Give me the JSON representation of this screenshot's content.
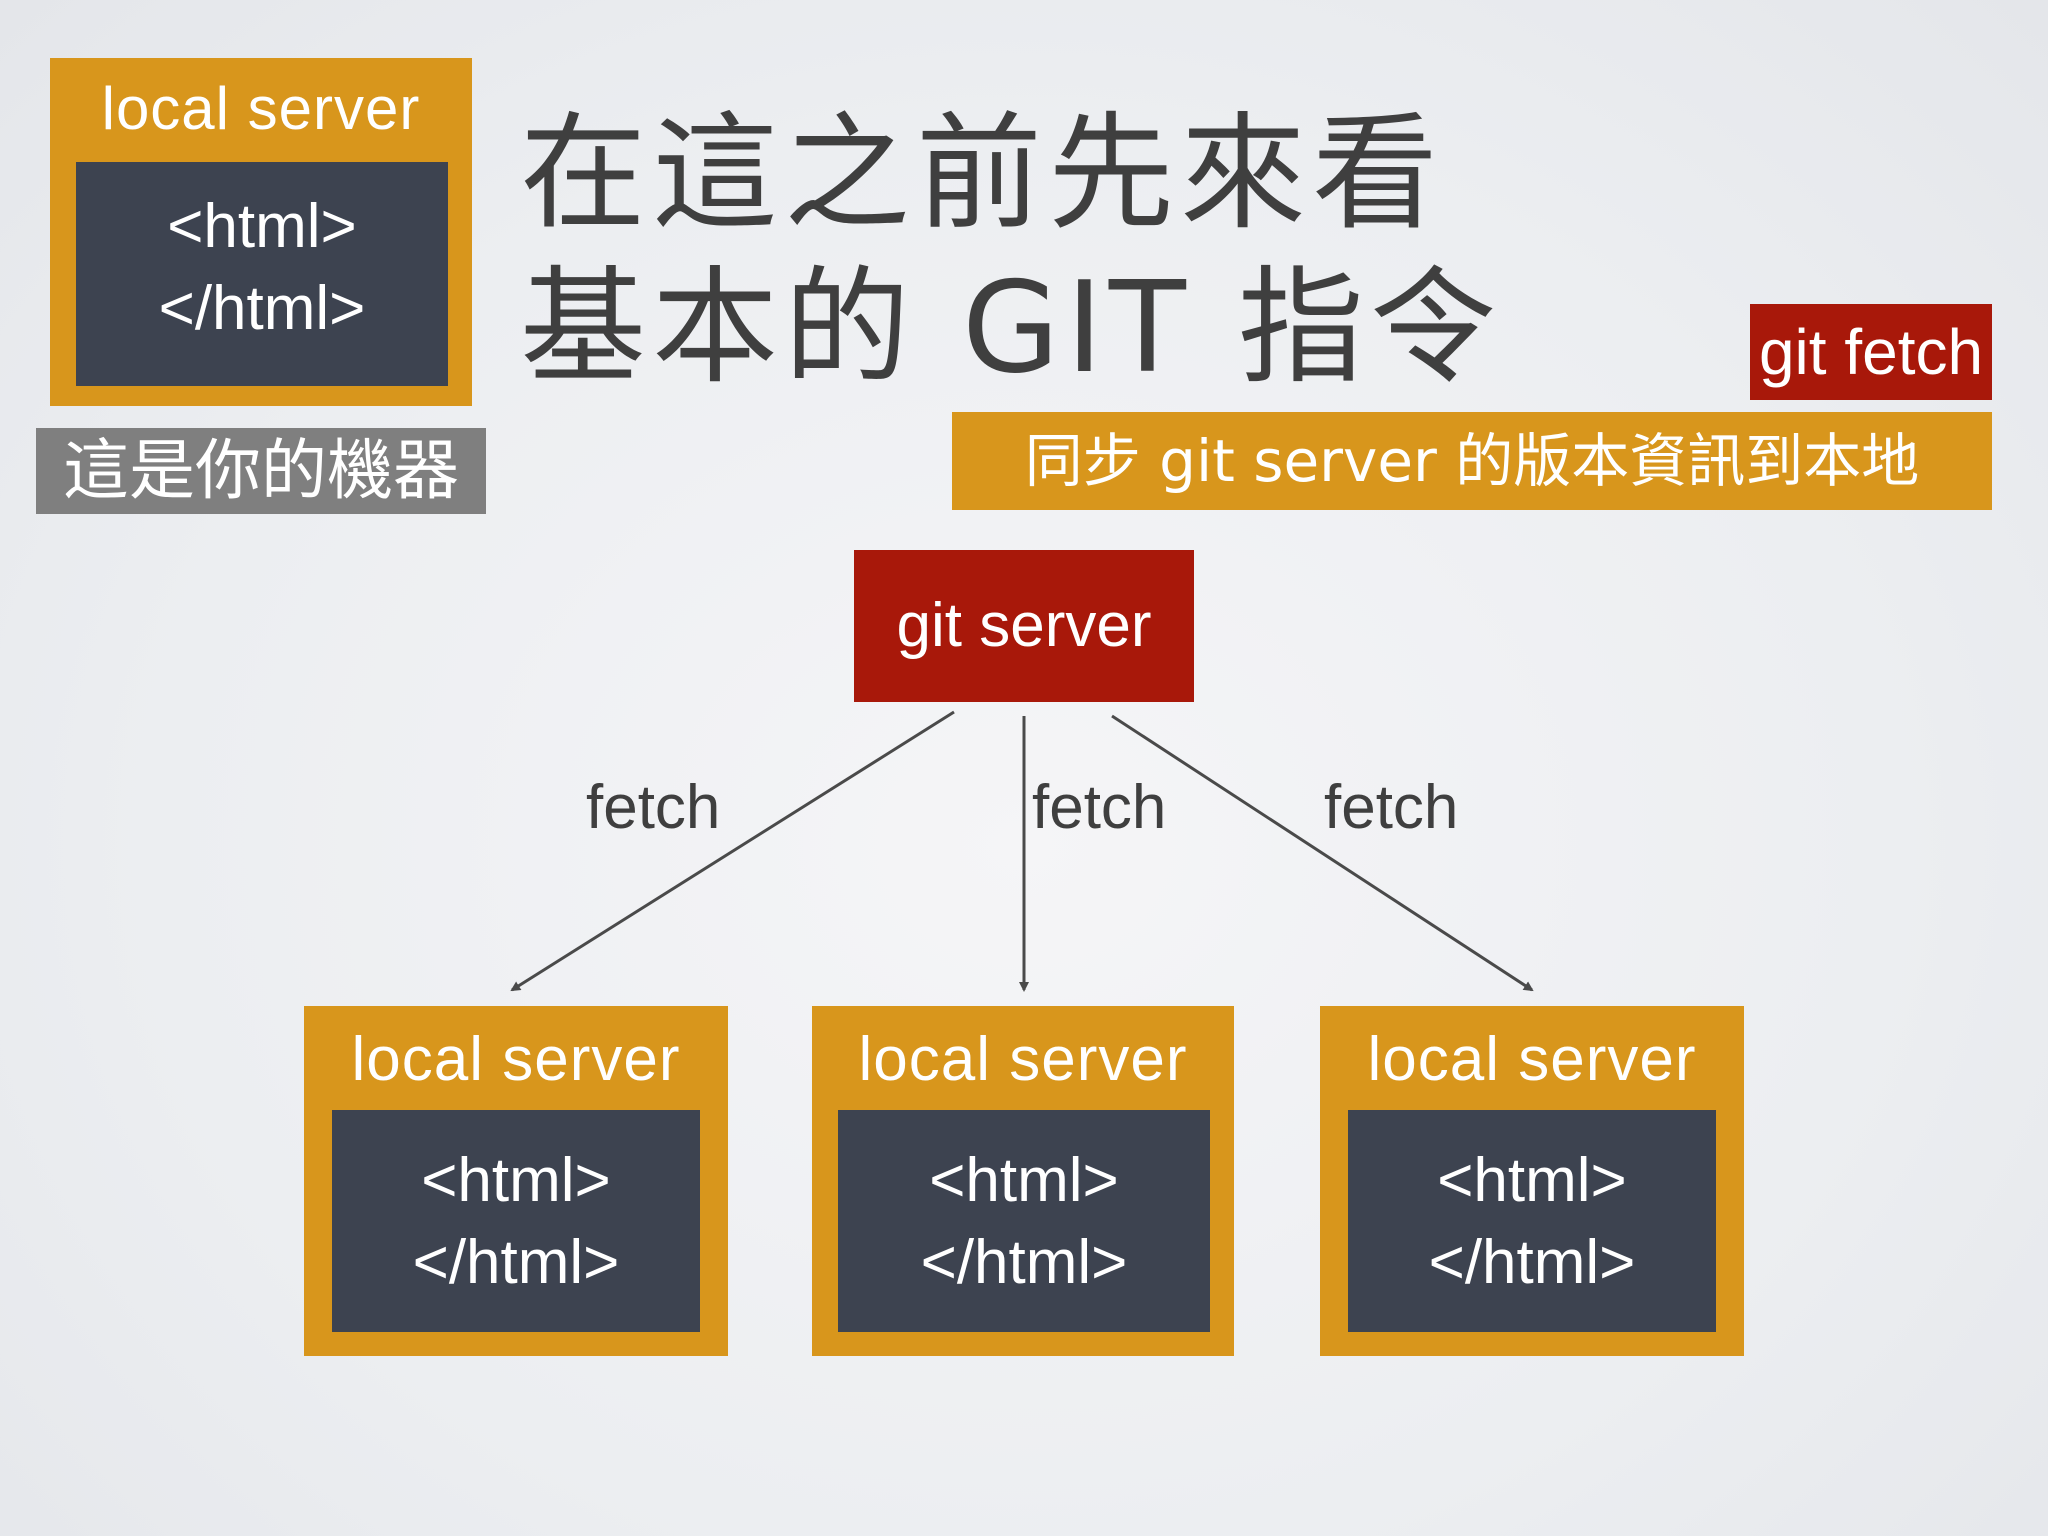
{
  "corner_box": {
    "label": "local server",
    "code_open": "<html>",
    "code_close": "</html>",
    "caption": "這是你的機器"
  },
  "title": {
    "line1": "在這之前先來看",
    "line2": "基本的 GIT 指令"
  },
  "command": {
    "name": "git fetch",
    "description": "同步 git server 的版本資訊到本地"
  },
  "git_server": {
    "label": "git server"
  },
  "edges": [
    {
      "label": "fetch"
    },
    {
      "label": "fetch"
    },
    {
      "label": "fetch"
    }
  ],
  "local_servers": [
    {
      "label": "local server",
      "code_open": "<html>",
      "code_close": "</html>"
    },
    {
      "label": "local server",
      "code_open": "<html>",
      "code_close": "</html>"
    },
    {
      "label": "local server",
      "code_open": "<html>",
      "code_close": "</html>"
    }
  ],
  "colors": {
    "orange": "#d8961c",
    "dark_panel": "#3d4350",
    "red": "#a8180a",
    "gray_caption": "#7f7f7f",
    "line": "#4a4a4a"
  }
}
